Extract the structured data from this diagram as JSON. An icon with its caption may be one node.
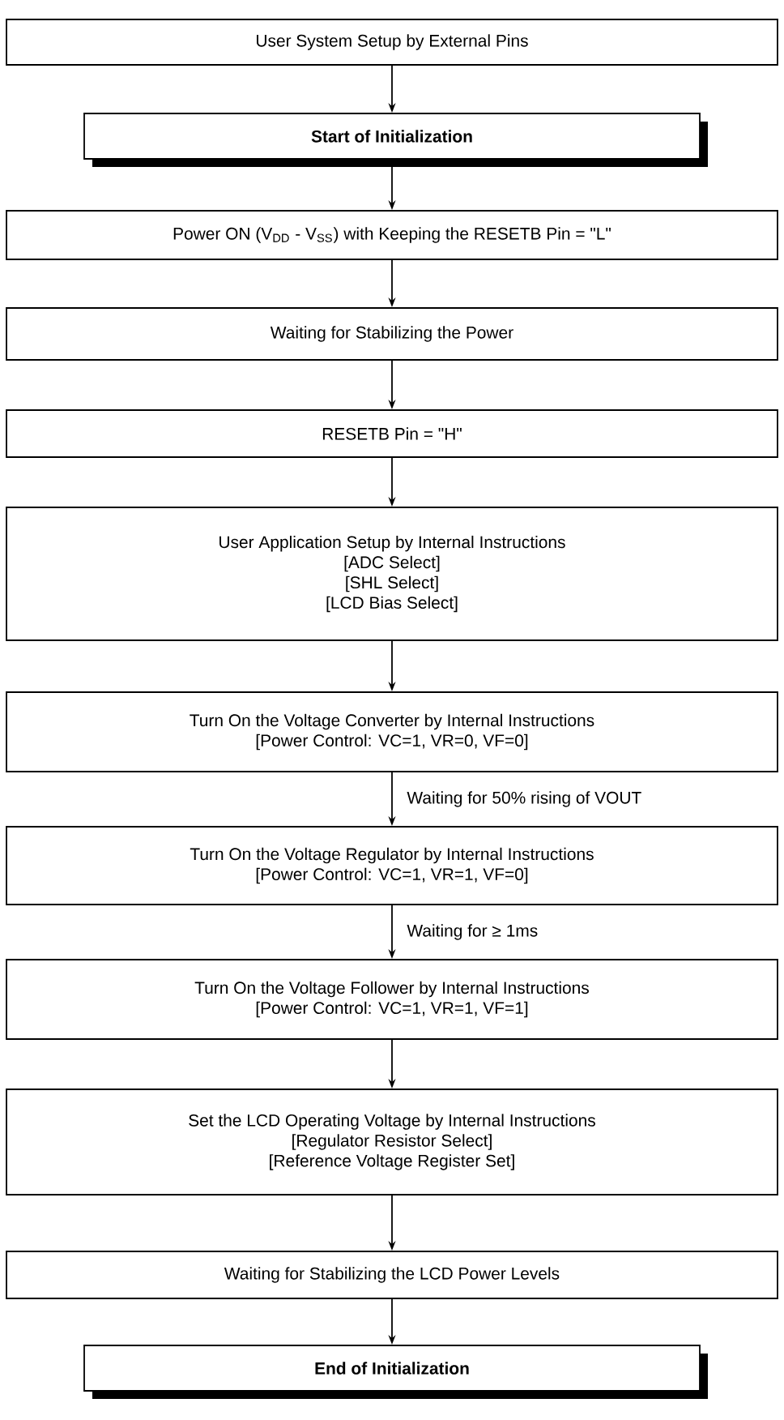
{
  "diagram": {
    "nodes": [
      {
        "text": [
          "User System Setup by External Pins"
        ]
      },
      {
        "text": [
          "Start of Initialization"
        ]
      },
      {
        "text": [
          "Power ON (V$_{DD}$ - V$_{SS}$) with Keeping the RESETB Pin = \"L\""
        ]
      },
      {
        "text": [
          "Waiting for Stabilizing the Power"
        ]
      },
      {
        "text": [
          "RESETB Pin = \"H\""
        ]
      },
      {
        "text": [
          "User Application Setup by Internal Instructions",
          "[ADC Select]",
          "[SHL Select]",
          "[LCD Bias Select]"
        ]
      },
      {
        "text": [
          "Turn On the Voltage Converter by Internal Instructions",
          "[Power Control: VC=1, VR=0, VF=0]"
        ]
      },
      {
        "text": [
          "Turn On the Voltage Regulator by Internal Instructions",
          "[Power Control: VC=1, VR=1, VF=0]"
        ]
      },
      {
        "text": [
          "Turn On the Voltage Follower by Internal Instructions",
          "[Power Control: VC=1, VR=1, VF=1]"
        ]
      },
      {
        "text": [
          "Set the LCD Operating Voltage by Internal Instructions",
          "[Regulator Resistor Select]",
          "[Reference Voltage Register Set]"
        ]
      },
      {
        "text": [
          "Waiting for Stabilizing the LCD Power Levels"
        ]
      },
      {
        "text": [
          "End of Initialization"
        ]
      }
    ],
    "edges": [
      {
        "from": 0,
        "to": 1,
        "arrow": "to"
      },
      {
        "from": 1,
        "to": 2,
        "arrow": "to"
      },
      {
        "from": 2,
        "to": 3,
        "arrow": "to"
      },
      {
        "from": 3,
        "to": 4,
        "arrow": "to"
      },
      {
        "from": 4,
        "to": 5,
        "arrow": "to"
      },
      {
        "from": 5,
        "to": 6,
        "arrow": "to"
      },
      {
        "from": 6,
        "to": 7,
        "arrow": "to",
        "label": "Waiting for 50% rising of VOUT"
      },
      {
        "from": 7,
        "to": 8,
        "arrow": "to",
        "label": "Waiting for ≥ 1ms"
      },
      {
        "from": 8,
        "to": 9,
        "arrow": "to"
      },
      {
        "from": 9,
        "to": 10,
        "arrow": "to"
      },
      {
        "from": 10,
        "to": 11,
        "arrow": "to"
      }
    ]
  }
}
